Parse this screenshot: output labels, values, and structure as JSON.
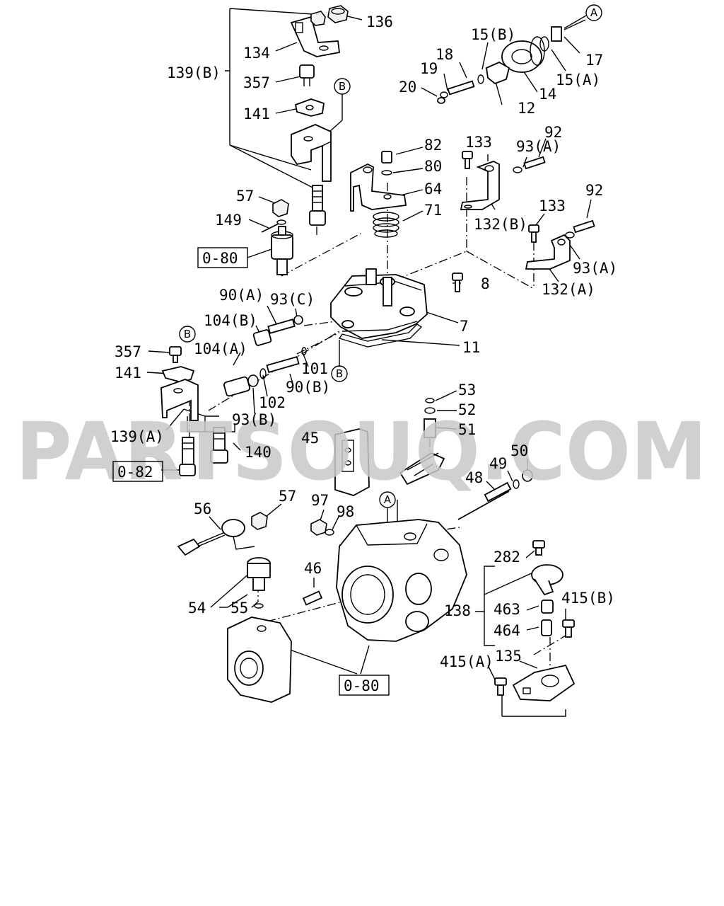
{
  "watermark": "PARTSOUQ.COM",
  "callouts": {
    "c136": "136",
    "c134": "134",
    "c139b": "139(B)",
    "c357a": "357",
    "c141a": "141",
    "c57a": "57",
    "c149": "149",
    "c15b": "15(B)",
    "c18": "18",
    "c19": "19",
    "c20": "20",
    "c12": "12",
    "c14": "14",
    "c15a": "15(A)",
    "c17": "17",
    "c82": "82",
    "c80": "80",
    "c64": "64",
    "c71": "71",
    "c133a": "133",
    "c93a1": "93(A)",
    "c92a": "92",
    "c132b": "132(B)",
    "c133b": "133",
    "c92b": "92",
    "c93a2": "93(A)",
    "c132a": "132(A)",
    "c8": "8",
    "c7": "7",
    "c11": "11",
    "c90a": "90(A)",
    "c93c": "93(C)",
    "c104b": "104(B)",
    "c104a": "104(A)",
    "c101": "101",
    "c90b": "90(B)",
    "c102": "102",
    "c93b": "93(B)",
    "c357b": "357",
    "c141b": "141",
    "c139a": "139(A)",
    "c140": "140",
    "c53": "53",
    "c52": "52",
    "c51": "51",
    "c45": "45",
    "c50": "50",
    "c49": "49",
    "c48": "48",
    "c56": "56",
    "c57b": "57",
    "c97": "97",
    "c98": "98",
    "c46": "46",
    "c54": "54",
    "c55": "55",
    "c282": "282",
    "c138": "138",
    "c463": "463",
    "c415b": "415(B)",
    "c464": "464",
    "c415a": "415(A)",
    "c135": "135"
  },
  "refs": {
    "r1": "0-80",
    "r2": "0-82",
    "r3": "0-80"
  },
  "letters": {
    "A": "A",
    "B": "B"
  }
}
